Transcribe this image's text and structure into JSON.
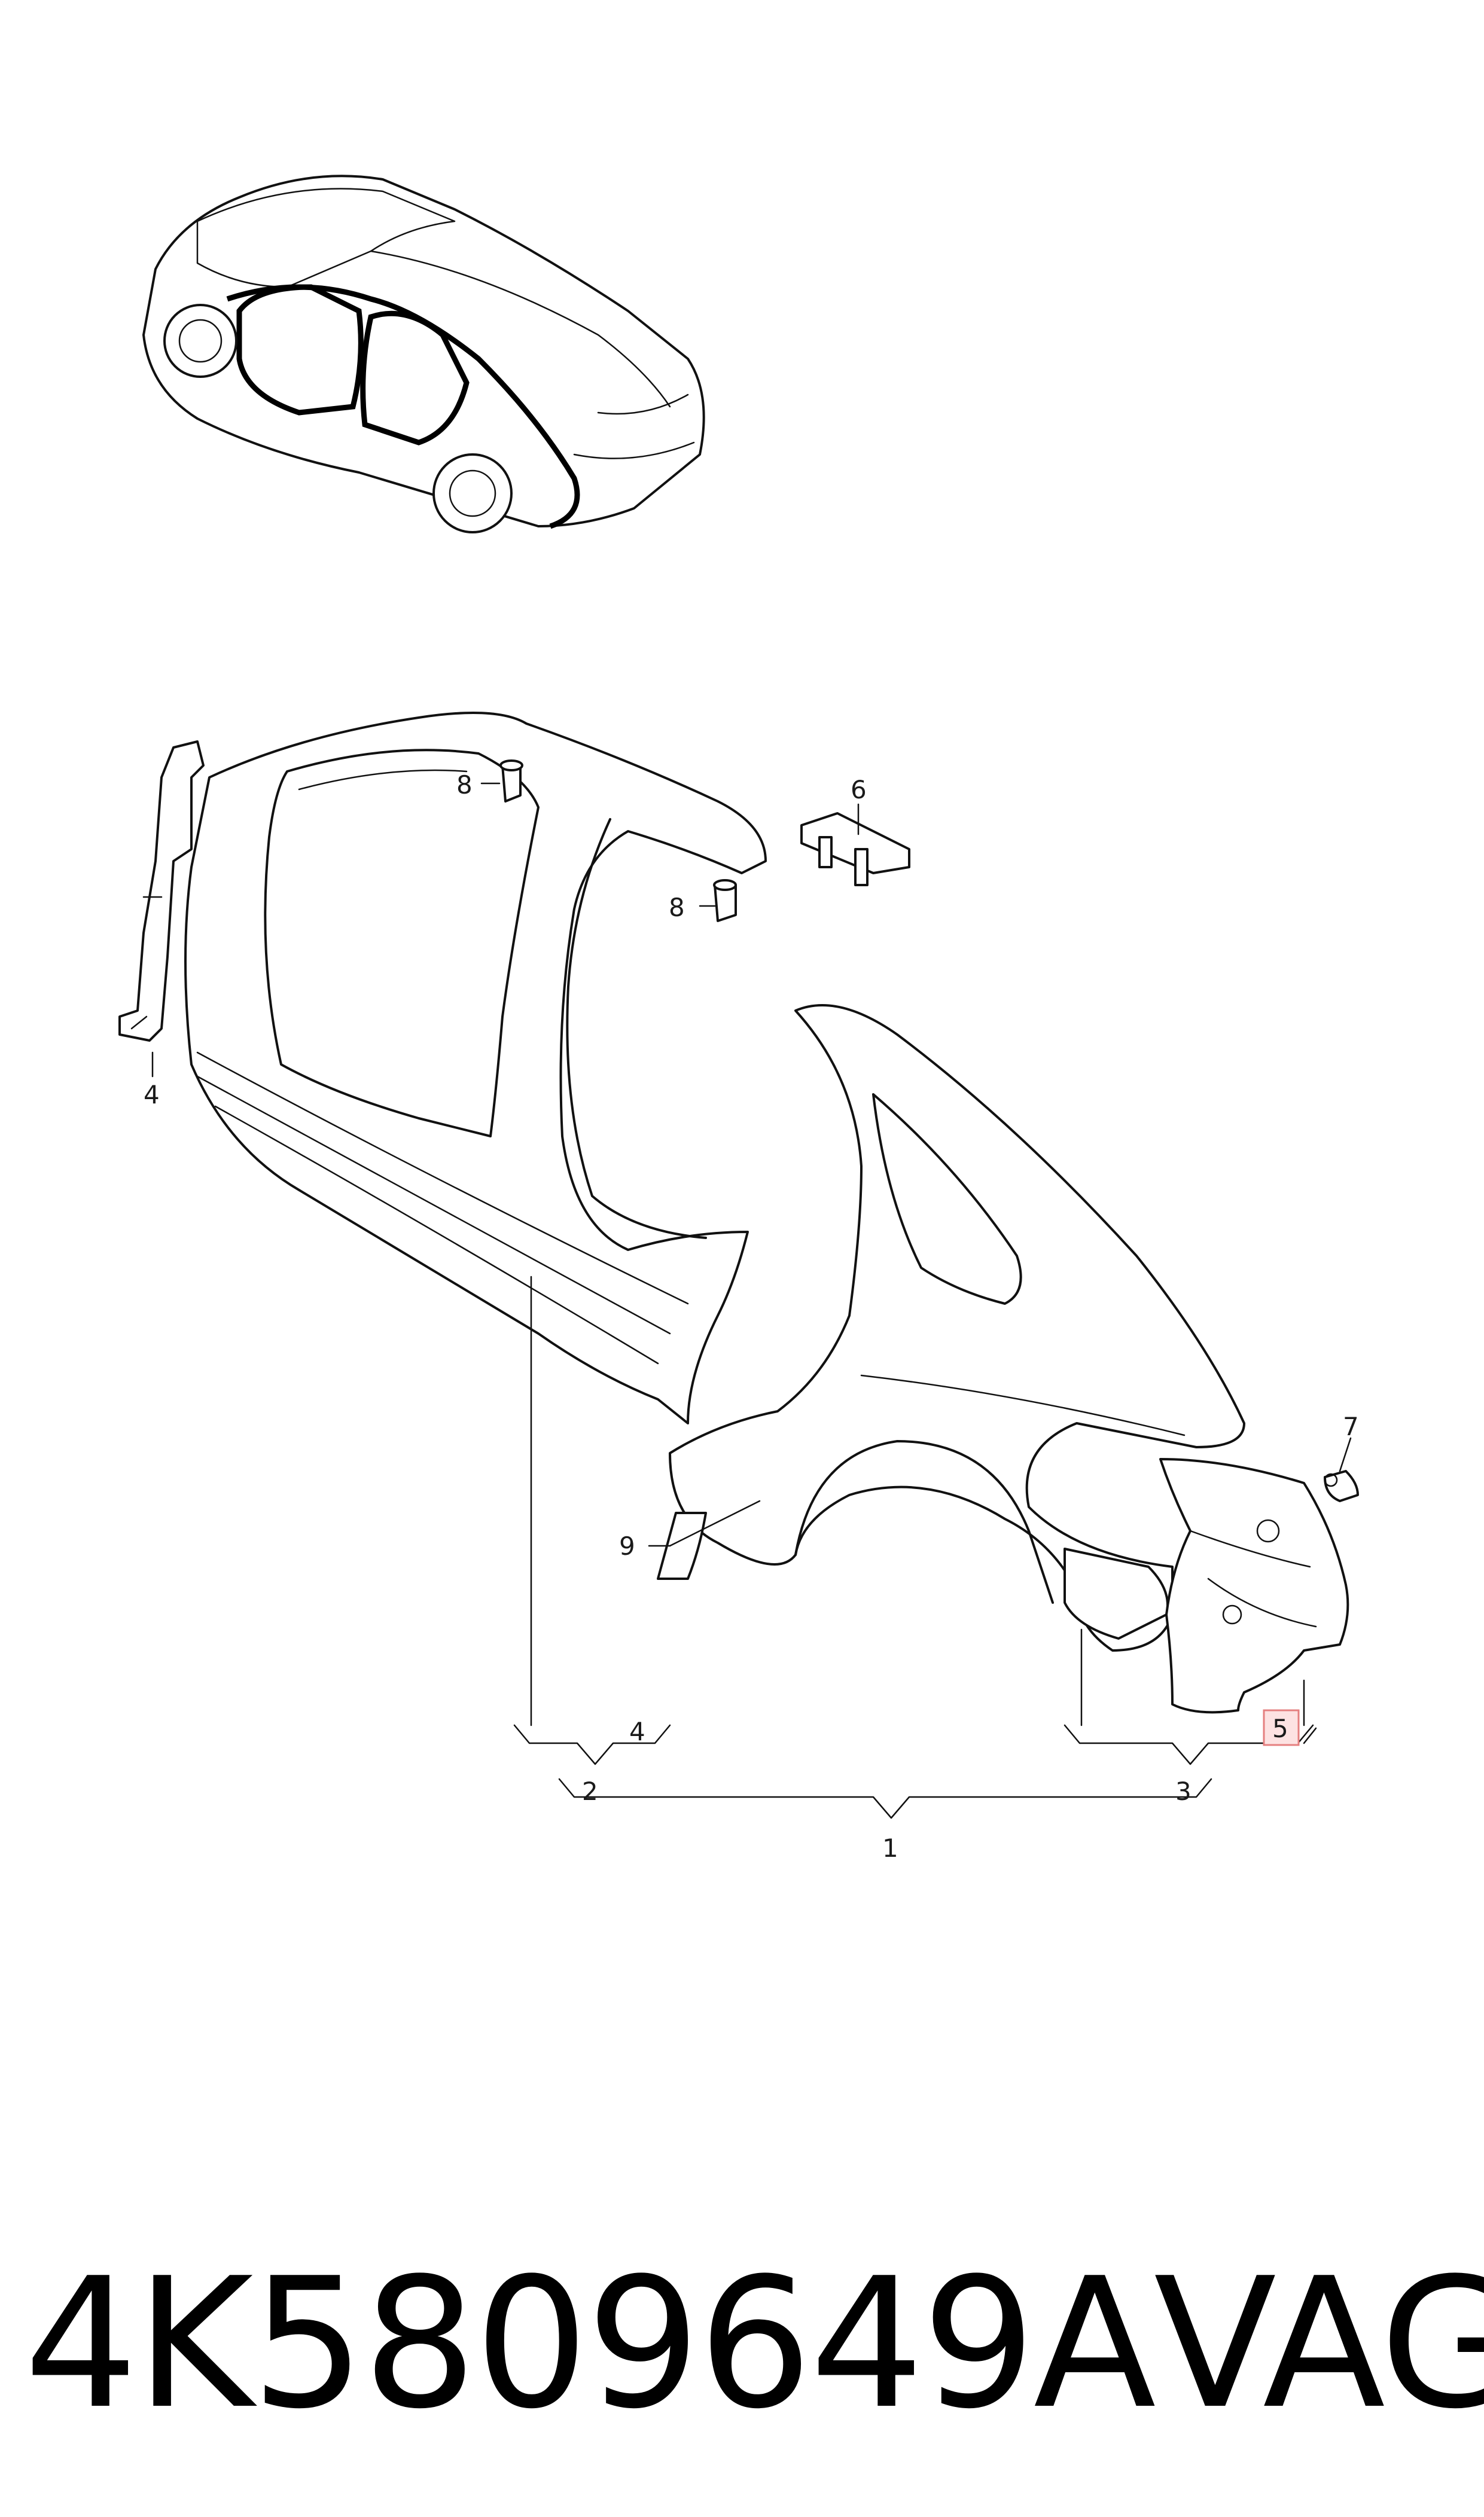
{
  "callouts": {
    "c1": "1",
    "c2": "2",
    "c3": "3",
    "c4a": "4",
    "c4b": "4",
    "c5": "5",
    "c6": "6",
    "c7": "7",
    "c8a": "8",
    "c8b": "8",
    "c9": "9"
  },
  "highlighted_callout": "5",
  "highlight_color": "#fde2e2",
  "footer": {
    "part_number": "4K5809649A",
    "brand": "VAG"
  }
}
